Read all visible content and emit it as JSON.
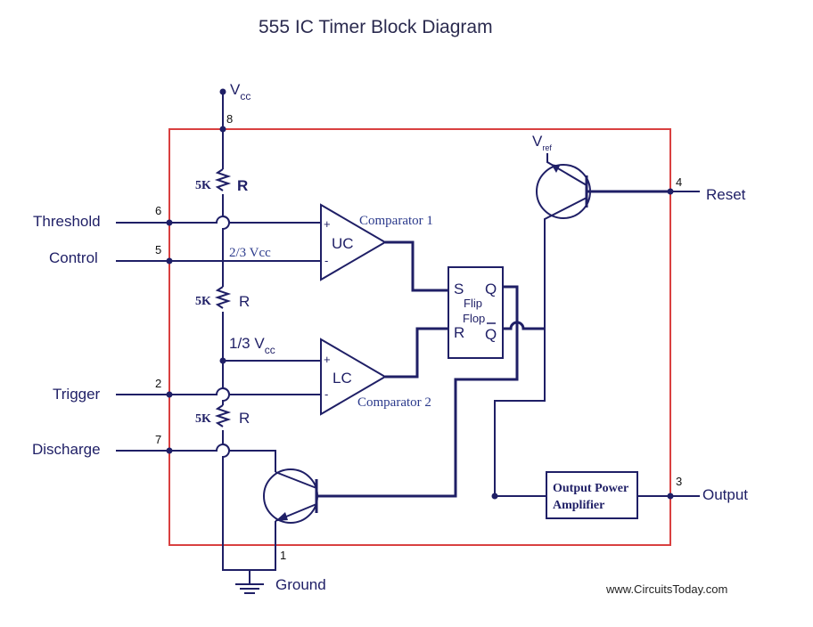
{
  "title": "555 IC Timer Block Diagram",
  "vcc": {
    "main": "V",
    "sub": "cc"
  },
  "vref": {
    "main": "V",
    "sub": "ref"
  },
  "pins": {
    "p8": "8",
    "p6": "6",
    "p5": "5",
    "p2": "2",
    "p7": "7",
    "p4": "4",
    "p3": "3",
    "p1": "1"
  },
  "signals": {
    "threshold": "Threshold",
    "control": "Control",
    "trigger": "Trigger",
    "discharge": "Discharge",
    "reset": "Reset",
    "output": "Output",
    "ground": "Ground"
  },
  "resistors": {
    "value": "5K",
    "name": "R"
  },
  "voltages": {
    "two_thirds": "2/3 Vcc",
    "one_third_main": "1/3 V",
    "one_third_sub": "cc"
  },
  "comparator1": {
    "name": "UC",
    "label": "Comparator 1",
    "plus": "+",
    "minus": "-"
  },
  "comparator2": {
    "name": "LC",
    "label": "Comparator 2",
    "plus": "+",
    "minus": "-"
  },
  "flipflop": {
    "s": "S",
    "r": "R",
    "q": "Q",
    "qbar": "Q",
    "line1": "Flip",
    "line2": "Flop"
  },
  "amplifier": {
    "line1": "Output Power",
    "line2": "Amplifier"
  },
  "credit": "www.CircuitsToday.com"
}
